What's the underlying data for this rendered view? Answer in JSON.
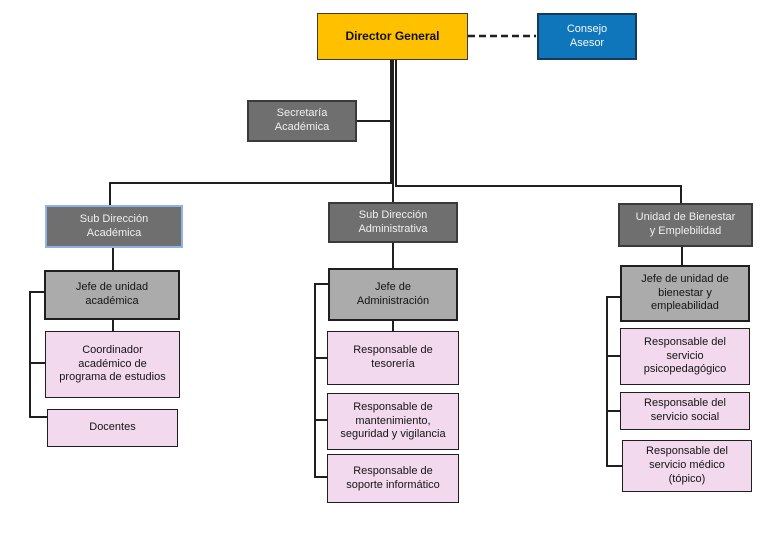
{
  "diagram": {
    "type": "org-chart",
    "nodes": {
      "director": {
        "label": "Director General"
      },
      "consejo": {
        "label": "Consejo\nAsesor"
      },
      "secretaria": {
        "label": "Secretaría\nAcadémica"
      },
      "sub_academica": {
        "label": "Sub Dirección\nAcadémica"
      },
      "sub_administrativa": {
        "label": "Sub Dirección\nAdministrativa"
      },
      "unidad_bienestar": {
        "label": "Unidad de Bienestar\ny Emplebilidad"
      },
      "jefe_academica": {
        "label": "Jefe de unidad\nacadémica"
      },
      "coordinador": {
        "label": "Coordinador\nacadémico de\nprograma de estudios"
      },
      "docentes": {
        "label": "Docentes"
      },
      "jefe_admin": {
        "label": "Jefe de\nAdministración"
      },
      "tesoreria": {
        "label": "Responsable de\ntesorería"
      },
      "mantenimiento": {
        "label": "Responsable de\nmantenimiento,\nseguridad y vigilancia"
      },
      "soporte": {
        "label": "Responsable de\nsoporte informático"
      },
      "jefe_bienestar": {
        "label": "Jefe de unidad de\nbienestar y\nempleabilidad"
      },
      "psicopedagogico": {
        "label": "Responsable del\nservicio\npsicopedagógico"
      },
      "social": {
        "label": "Responsable del\nservicio social"
      },
      "medico": {
        "label": "Responsable del\nservicio médico\n(tópico)"
      }
    },
    "edges": [
      "director-consejo (dashed)",
      "director-secretaria",
      "director-sub_academica",
      "director-sub_administrativa",
      "director-unidad_bienestar",
      "sub_academica-jefe_academica",
      "jefe_academica-coordinador",
      "jefe_academica-docentes",
      "sub_administrativa-jefe_admin",
      "jefe_admin-tesoreria",
      "jefe_admin-mantenimiento",
      "jefe_admin-soporte",
      "unidad_bienestar-jefe_bienestar",
      "jefe_bienestar-psicopedagogico",
      "jefe_bienestar-social",
      "jefe_bienestar-medico"
    ]
  },
  "colors": {
    "director_fill": "#FFC000",
    "consejo_fill": "#0F76BC",
    "consejo_border": "#143A5C",
    "header_fill": "#6F6F6F",
    "header_text": "#EFEFEF",
    "subunit_fill": "#ABABAB",
    "role_fill": "#F2D9EE",
    "dark_border": "#3A3A3A",
    "box_border": "#1F1F1F",
    "line_color": "#1F1F1F",
    "selected_border": "#8DB4E2"
  }
}
